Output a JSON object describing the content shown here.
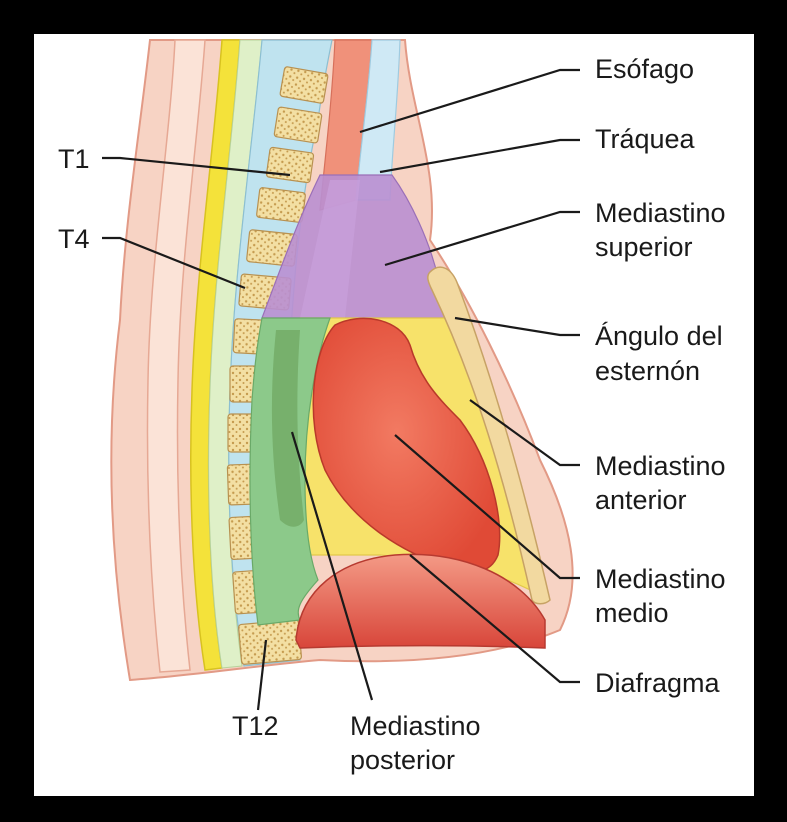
{
  "figure": {
    "labels": {
      "esofago": "Esófago",
      "traquea": "Tráquea",
      "mediastino_superior": [
        "Mediastino",
        "superior"
      ],
      "angulo_esternon": [
        "Ángulo del",
        "esternón"
      ],
      "mediastino_anterior": [
        "Mediastino",
        "anterior"
      ],
      "mediastino_medio": [
        "Mediastino",
        "medio"
      ],
      "diafragma": "Diafragma",
      "t1": "T1",
      "t4": "T4",
      "t12": "T12",
      "mediastino_posterior": [
        "Mediastino",
        "posterior"
      ]
    },
    "colors": {
      "background": "#ffffff",
      "frame": "#000000",
      "skin": "#f6cdbd",
      "skin_outline": "#e29a86",
      "spinal_cord": "#f4e23a",
      "vertebra": "#f3dfa3",
      "vertebra_fill_dots": "#c59b4f",
      "disc": "#bfe3ef",
      "esophagus": "#f0917a",
      "trachea": "#bfe2f2",
      "superior_mediastinum": "#b98fd1",
      "anterior_mediastinum": "#f7e26a",
      "middle_mediastinum_heart": "#e4503b",
      "posterior_mediastinum": "#8cc98a",
      "diaphragm": "#d84a3e"
    }
  }
}
